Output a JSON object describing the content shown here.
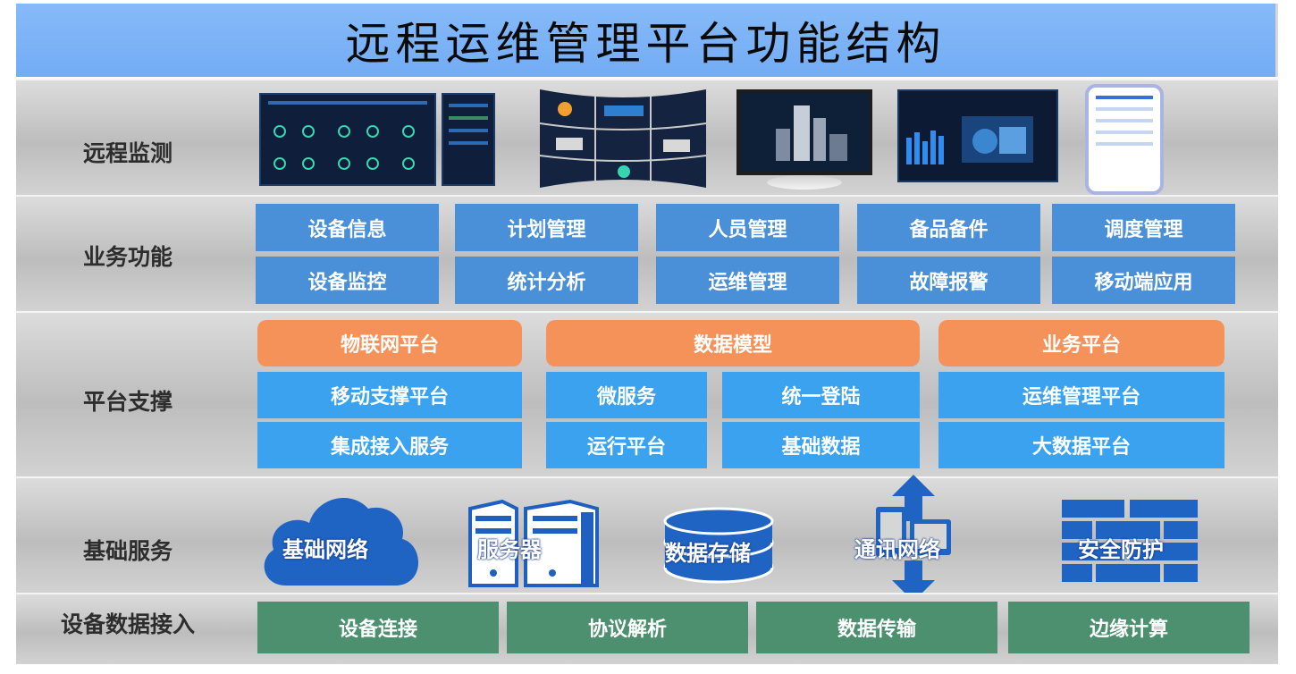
{
  "title": "远程运维管理平台功能结构",
  "layers": {
    "monitor": {
      "label": "远程监测"
    },
    "business": {
      "label": "业务功能",
      "items": [
        "设备信息",
        "计划管理",
        "人员管理",
        "备品备件",
        "调度管理",
        "设备监控",
        "统计分析",
        "运维管理",
        "故障报警",
        "移动端应用"
      ]
    },
    "platform": {
      "label": "平台支撑",
      "headers": [
        "物联网平台",
        "数据模型",
        "业务平台"
      ],
      "items": [
        "移动支撑平台",
        "集成接入服务",
        "微服务",
        "统一登陆",
        "运行平台",
        "基础数据",
        "运维管理平台",
        "大数据平台"
      ]
    },
    "infra": {
      "label": "基础服务",
      "items": [
        "基础网络",
        "服务器",
        "数据存储",
        "通讯网络",
        "安全防护"
      ]
    },
    "access": {
      "label": "设备数据接入",
      "items": [
        "设备连接",
        "协议解析",
        "数据传输",
        "边缘计算"
      ]
    }
  },
  "colors": {
    "title_bg": "#7ab2f6",
    "business_box": "#4a90d9",
    "platform_header": "#f5925a",
    "platform_box": "#3aa2ee",
    "access_box": "#4d9070",
    "icon_blue": "#1f5fbf"
  },
  "icons": [
    "cloud-icon",
    "server-icon",
    "database-icon",
    "network-icon",
    "firewall-icon"
  ]
}
